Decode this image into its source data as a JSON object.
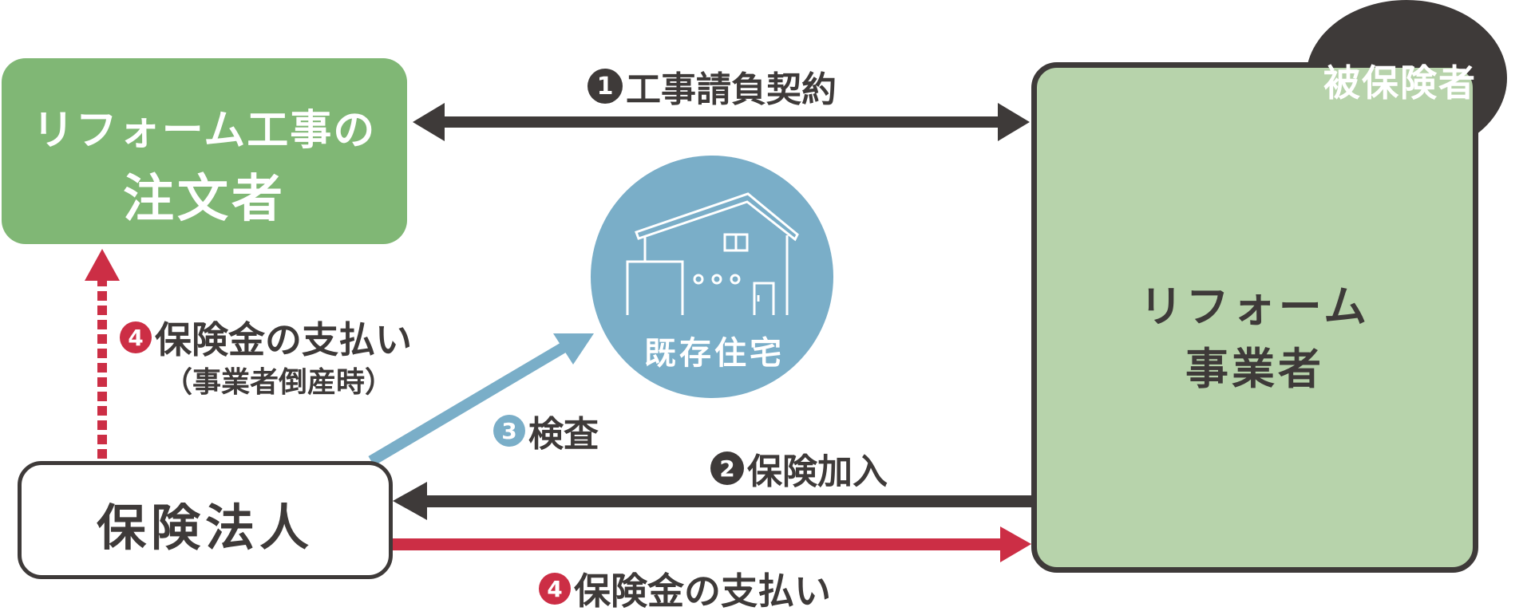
{
  "colors": {
    "dark": "#3e3a39",
    "client_green": "#80b775",
    "contractor_green": "#b7d3ab",
    "house_blue": "#7aaec8",
    "payment_red": "#cc2e45",
    "white": "#ffffff"
  },
  "nodes": {
    "client": {
      "line1": "リフォーム工事の",
      "line2": "注文者"
    },
    "contractor": {
      "line1": "リフォーム",
      "line2": "事業者",
      "bubble": "被保険者"
    },
    "insurer": {
      "line1": "保険法人"
    },
    "house": {
      "label": "既存住宅",
      "icon": "house-icon"
    }
  },
  "edges": {
    "contract": {
      "number": "❶",
      "text": "工事請負契約",
      "direction": "bidirectional"
    },
    "enrollment": {
      "number": "❷",
      "text": "保険加入",
      "direction": "contractor-to-insurer"
    },
    "inspection": {
      "number": "3",
      "text": "検査",
      "direction": "insurer-to-house"
    },
    "payment_to_client": {
      "number": "4",
      "text": "保険金の支払い",
      "note": "（事業者倒産時）",
      "style": "dashed"
    },
    "payment_to_contractor": {
      "number": "4",
      "text": "保険金の支払い",
      "direction": "insurer-to-contractor"
    }
  }
}
